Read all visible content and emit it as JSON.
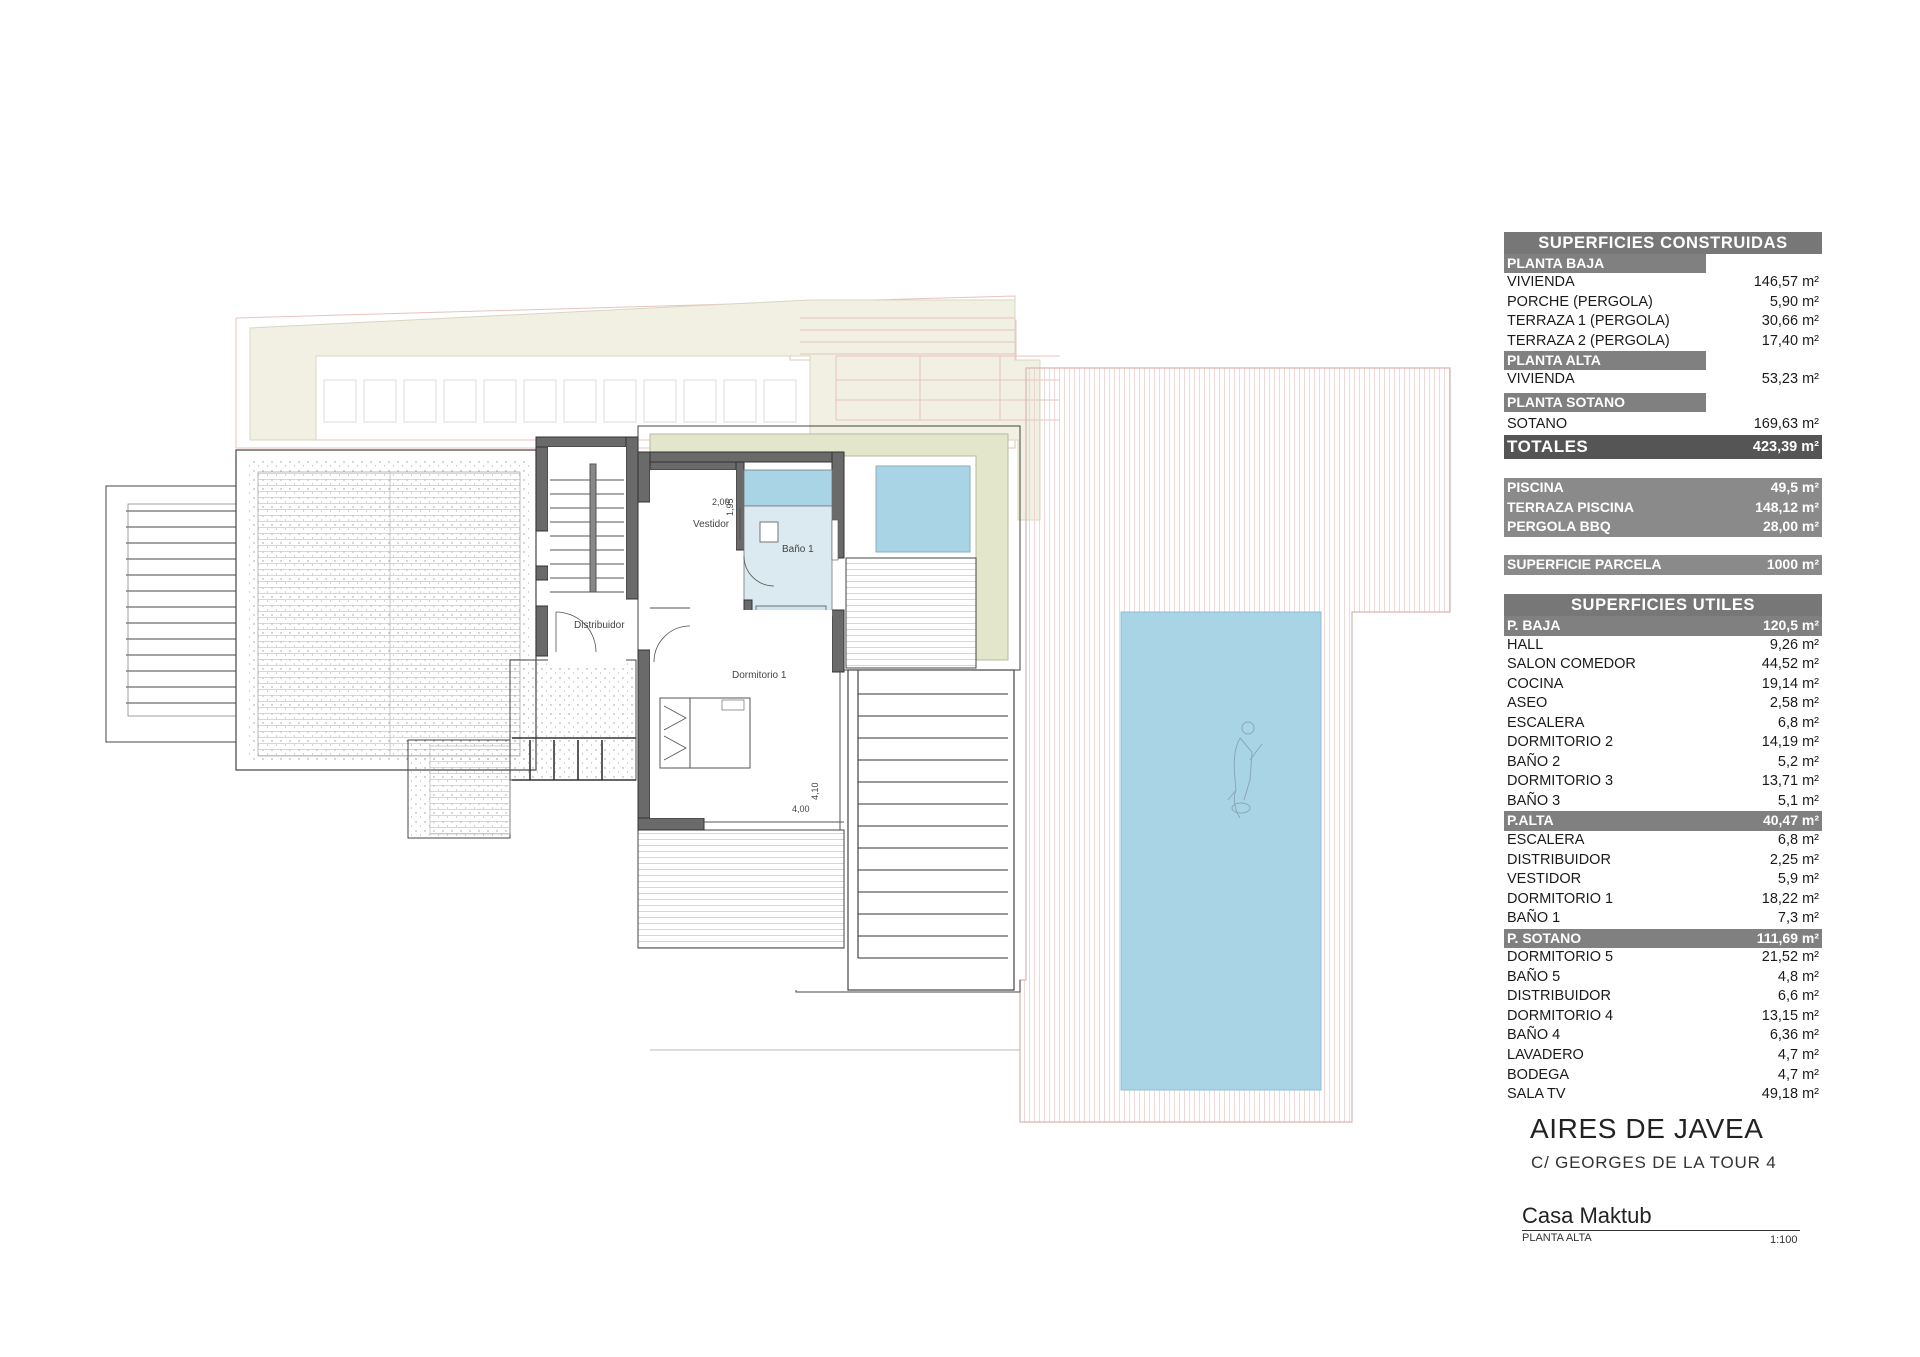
{
  "construidas": {
    "header": "SUPERFICIES  CONSTRUIDAS",
    "sections": [
      {
        "label": "PLANTA BAJA",
        "rows": [
          {
            "name": "VIVIENDA",
            "value": "146,57 m²"
          },
          {
            "name": "PORCHE (PERGOLA)",
            "value": "5,90 m²"
          },
          {
            "name": "TERRAZA 1 (PERGOLA)",
            "value": "30,66 m²"
          },
          {
            "name": "TERRAZA 2 (PERGOLA)",
            "value": "17,40 m²"
          }
        ]
      },
      {
        "label": "PLANTA ALTA",
        "rows": [
          {
            "name": "VIVIENDA",
            "value": "53,23 m²"
          }
        ]
      },
      {
        "label": "PLANTA SOTANO",
        "rows": [
          {
            "name": "SOTANO",
            "value": "169,63 m²"
          }
        ]
      }
    ],
    "total": {
      "label": "TOTALES",
      "value": "423,39 m²"
    }
  },
  "extras": [
    {
      "name": "PISCINA",
      "value": "49,5 m²"
    },
    {
      "name": "TERRAZA PISCINA",
      "value": "148,12 m²"
    },
    {
      "name": "PERGOLA BBQ",
      "value": "28,00 m²"
    }
  ],
  "parcela": {
    "name": "SUPERFICIE PARCELA",
    "value": "1000 m²"
  },
  "utiles": {
    "header": "SUPERFICIES UTILES",
    "sections": [
      {
        "label": "P. BAJA",
        "value": "120,5 m²",
        "rows": [
          {
            "name": "HALL",
            "value": "9,26 m²"
          },
          {
            "name": "SALON COMEDOR",
            "value": "44,52 m²"
          },
          {
            "name": "COCINA",
            "value": "19,14 m²"
          },
          {
            "name": "ASEO",
            "value": "2,58 m²"
          },
          {
            "name": "ESCALERA",
            "value": "6,8 m²"
          },
          {
            "name": "DORMITORIO 2",
            "value": "14,19 m²"
          },
          {
            "name": "BAÑO 2",
            "value": "5,2 m²"
          },
          {
            "name": "DORMITORIO 3",
            "value": "13,71 m²"
          },
          {
            "name": "BAÑO 3",
            "value": "5,1 m²"
          }
        ]
      },
      {
        "label": "P.ALTA",
        "value": "40,47 m²",
        "rows": [
          {
            "name": "ESCALERA",
            "value": "6,8 m²"
          },
          {
            "name": "DISTRIBUIDOR",
            "value": "2,25 m²"
          },
          {
            "name": "VESTIDOR",
            "value": "5,9 m²"
          },
          {
            "name": "DORMITORIO 1",
            "value": "18,22 m²"
          },
          {
            "name": "BAÑO 1",
            "value": "7,3 m²"
          }
        ]
      },
      {
        "label": "P. SOTANO",
        "value": "111,69 m²",
        "rows": [
          {
            "name": "DORMITORIO 5",
            "value": "21,52 m²"
          },
          {
            "name": "BAÑO 5",
            "value": "4,8 m²"
          },
          {
            "name": "DISTRIBUIDOR",
            "value": "6,6 m²"
          },
          {
            "name": "DORMITORIO 4",
            "value": "13,15 m²"
          },
          {
            "name": "BAÑO 4",
            "value": "6,36 m²"
          },
          {
            "name": "LAVADERO",
            "value": "4,7 m²"
          },
          {
            "name": "BODEGA",
            "value": "4,7 m²"
          },
          {
            "name": "SALA TV",
            "value": "49,18 m²"
          }
        ]
      }
    ]
  },
  "title_block": {
    "project": "AIRES DE JAVEA",
    "address": "C/ GEORGES DE LA TOUR 4",
    "house": "Casa Maktub",
    "plan": "PLANTA ALTA",
    "scale": "1:100"
  },
  "plan": {
    "rooms": {
      "vestidor": "Vestidor",
      "bano1": "Baño 1",
      "distribuidor": "Distribuidor",
      "dormitorio1": "Dormitorio 1"
    },
    "dims": {
      "vest_w": "2,00",
      "vest_h": "1,95",
      "dorm_w": "4,00",
      "dorm_h": "4,10"
    },
    "colors": {
      "water": "#a9d4e6",
      "planter": "#e4e6cc",
      "wall": "#555555",
      "deck": "#e9c9c4"
    }
  }
}
